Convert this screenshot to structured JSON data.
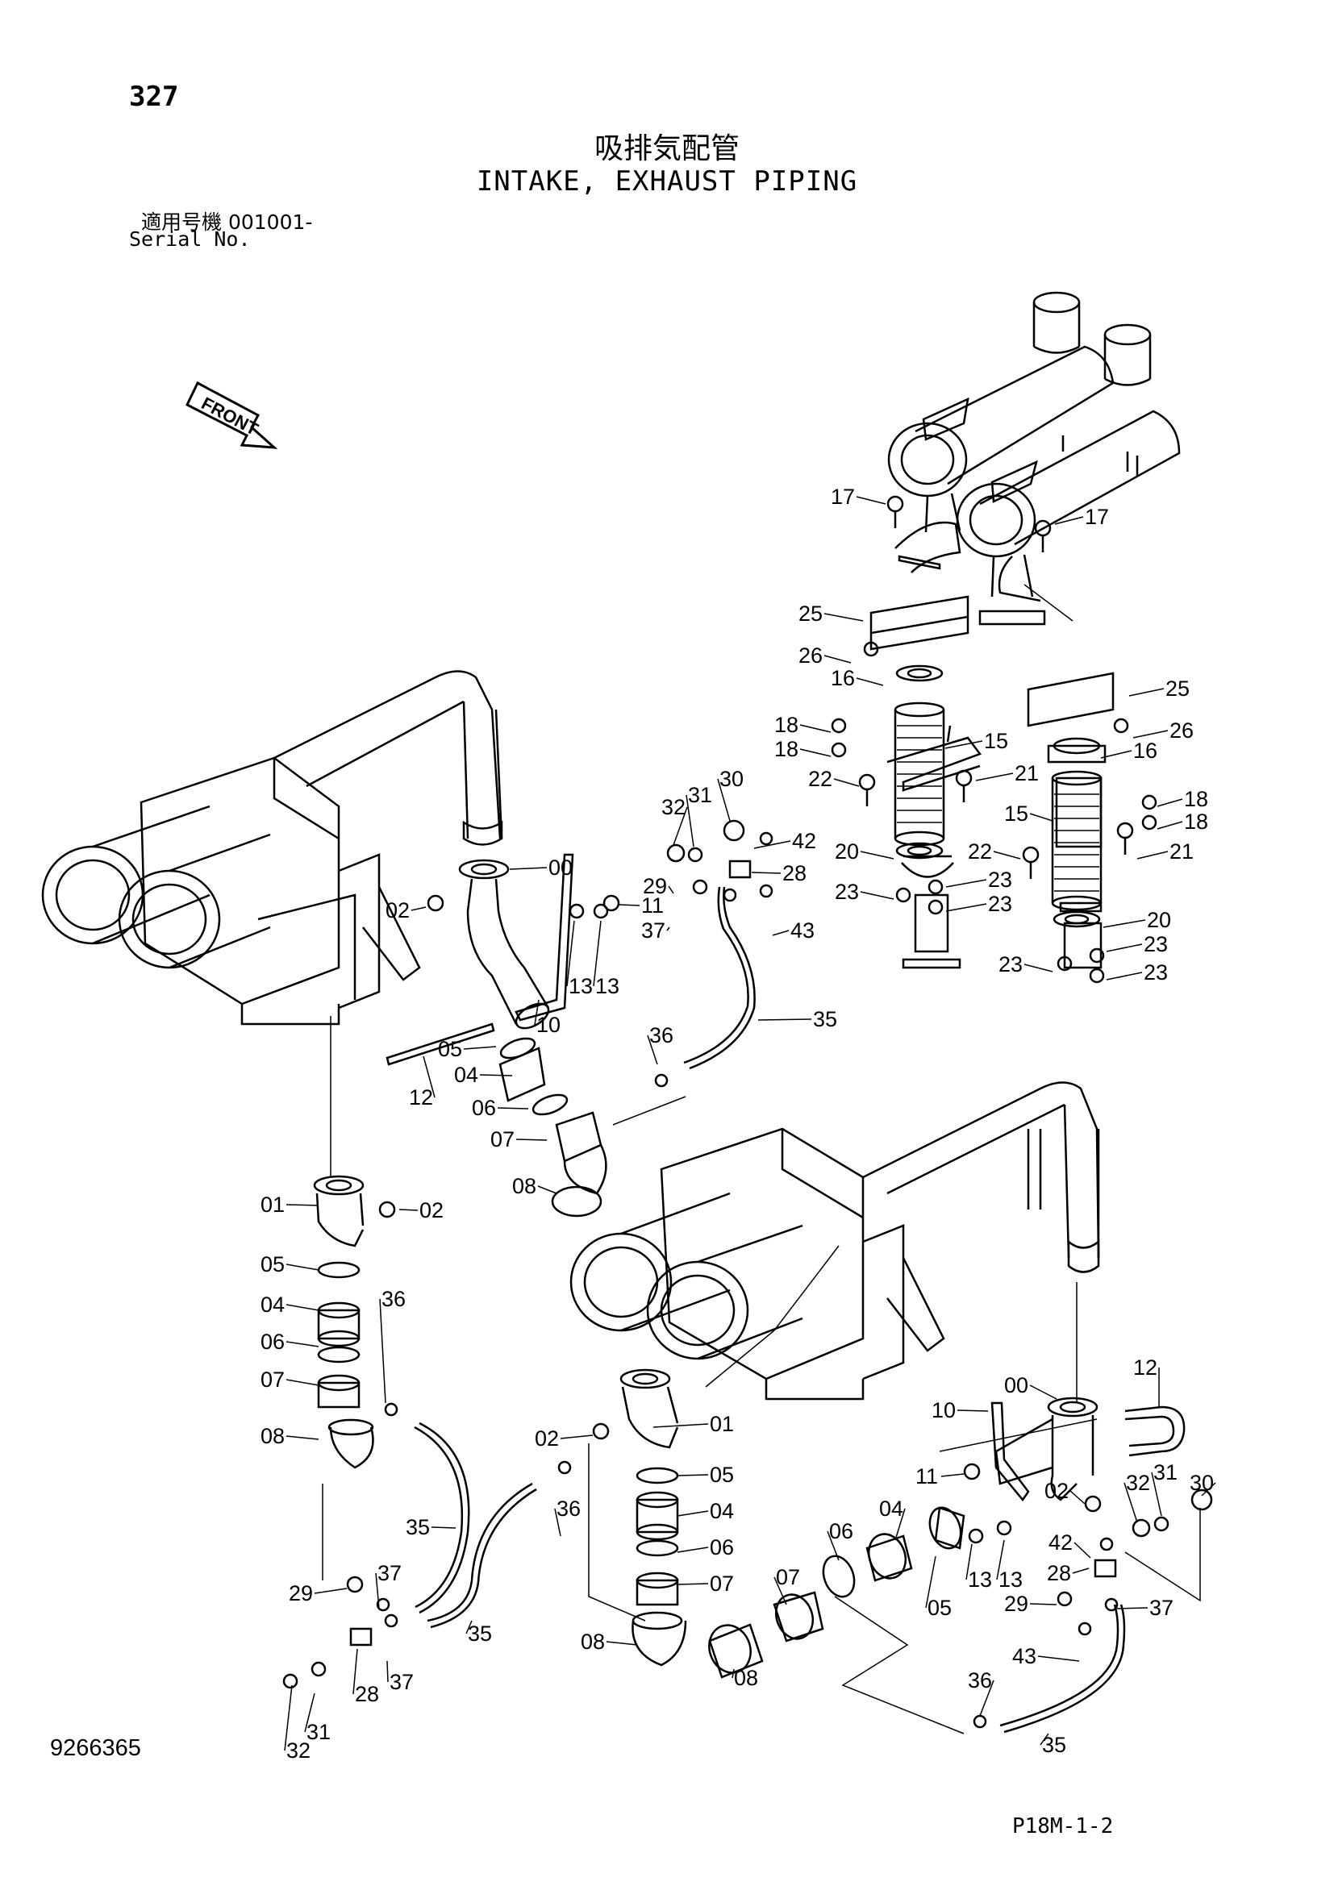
{
  "header": {
    "page_number": "327",
    "title_jp": "吸排気配管",
    "title_en": "INTAKE, EXHAUST PIPING",
    "serial_label_jp": "適用号機",
    "serial_value": "001001-",
    "serial_label_en": "Serial No."
  },
  "footer": {
    "document_number": "9266365",
    "sheet_reference": "P18M-1-2"
  },
  "diagram": {
    "front_label": "FRONT",
    "part_callouts": [
      "17",
      "17",
      "25",
      "26",
      "16",
      "25",
      "18",
      "18",
      "15",
      "26",
      "16",
      "22",
      "21",
      "18",
      "18",
      "20",
      "22",
      "21",
      "23",
      "23",
      "23",
      "15",
      "20",
      "23",
      "23",
      "23",
      "32",
      "31",
      "30",
      "42",
      "29",
      "28",
      "37",
      "43",
      "00",
      "02",
      "11",
      "13",
      "13",
      "10",
      "12",
      "05",
      "04",
      "06",
      "07",
      "08",
      "36",
      "35",
      "01",
      "02",
      "05",
      "04",
      "06",
      "36",
      "07",
      "08",
      "35",
      "37",
      "29",
      "37",
      "35",
      "28",
      "32",
      "31",
      "00",
      "12",
      "10",
      "11",
      "02",
      "01",
      "05",
      "04",
      "06",
      "07",
      "08",
      "36",
      "04",
      "06",
      "07",
      "08",
      "05",
      "13",
      "13",
      "02",
      "42",
      "32",
      "31",
      "30",
      "28",
      "29",
      "37",
      "43",
      "36",
      "35"
    ]
  }
}
